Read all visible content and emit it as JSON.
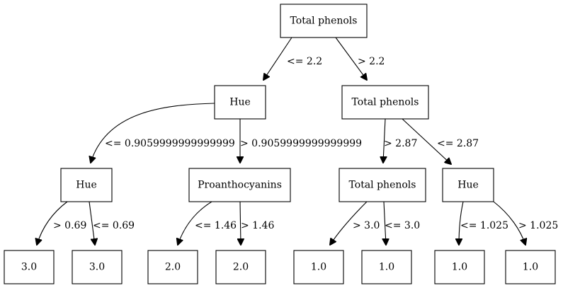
{
  "tree": {
    "nodes": {
      "n0": "Total phenols",
      "n1": "Hue",
      "n2": "Total phenols",
      "n3": "Hue",
      "n4": "Proanthocyanins",
      "n5": "Total phenols",
      "n6": "Hue",
      "n7": "3.0",
      "n8": "3.0",
      "n9": "2.0",
      "n10": "2.0",
      "n11": "1.0",
      "n12": "1.0",
      "n13": "1.0",
      "n14": "1.0"
    },
    "edges": {
      "e0_1": "<= 2.2",
      "e0_2": "> 2.2",
      "e1_3": "<= 0.9059999999999999",
      "e1_4": "> 0.9059999999999999",
      "e2_5": "> 2.87",
      "e2_6": "<= 2.87",
      "e3_7": "> 0.69",
      "e3_8": "<= 0.69",
      "e4_9": "<= 1.46",
      "e4_10": "> 1.46",
      "e5_11": "> 3.0",
      "e5_12": "<= 3.0",
      "e6_13": "<= 1.025",
      "e6_14": "> 1.025"
    }
  }
}
